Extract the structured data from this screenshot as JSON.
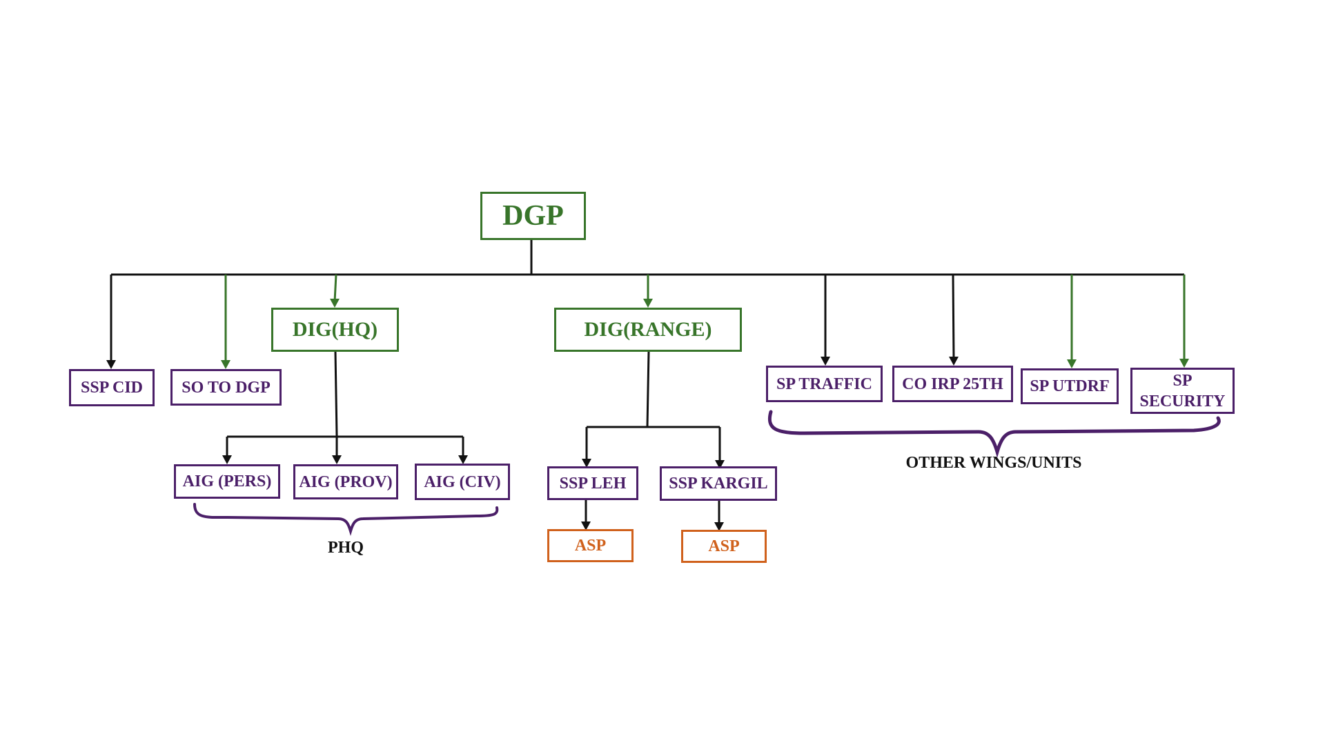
{
  "colors": {
    "green": "#38752a",
    "purple": "#4b1f68",
    "orange": "#d0611c",
    "connector": "#111111"
  },
  "chart": {
    "top": "DGP",
    "direct_reports": {
      "ssp_cid": "SSP CID",
      "so_to_dgp": "SO TO DGP",
      "dig_hq": "DIG(HQ)",
      "dig_range": "DIG(RANGE)",
      "sp_traffic": "SP TRAFFIC",
      "co_irp": "CO IRP 25TH",
      "sp_utdrf": "SP UTDRF",
      "sp_security_line1": "SP",
      "sp_security_line2": "SECURITY"
    },
    "hq_units": {
      "aig_pers": "AIG (PERS)",
      "aig_prov": "AIG (PROV)",
      "aig_civ": "AIG (CIV)"
    },
    "range_units": {
      "ssp_leh": "SSP LEH",
      "ssp_kargil": "SSP KARGIL",
      "asp_leh": "ASP",
      "asp_kargil": "ASP"
    },
    "groups": {
      "phq": "PHQ",
      "other_wings": "OTHER WINGS/UNITS"
    }
  }
}
